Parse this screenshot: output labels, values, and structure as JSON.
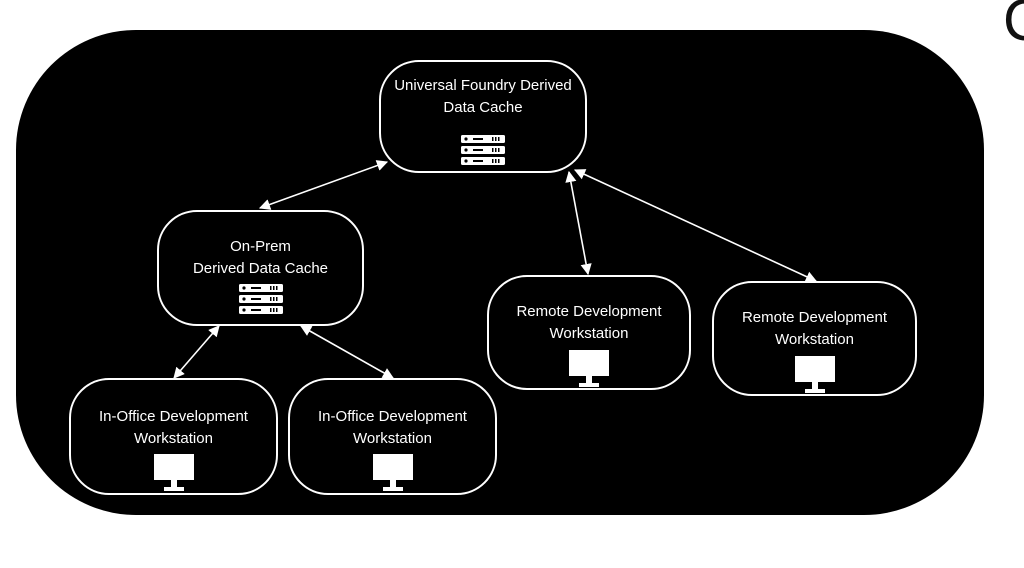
{
  "corner_glyph": "C",
  "nodes": {
    "universal": {
      "line1": "Universal Foundry Derived",
      "line2": "Data Cache",
      "icon": "server-icon"
    },
    "onprem": {
      "line1": "On-Prem",
      "line2": "Derived Data Cache",
      "icon": "server-icon"
    },
    "office1": {
      "line1": "In-Office Development",
      "line2": "Workstation",
      "icon": "monitor-icon"
    },
    "office2": {
      "line1": "In-Office Development",
      "line2": "Workstation",
      "icon": "monitor-icon"
    },
    "remote1": {
      "line1": "Remote Development",
      "line2": "Workstation",
      "icon": "monitor-icon"
    },
    "remote2": {
      "line1": "Remote Development",
      "line2": "Workstation",
      "icon": "monitor-icon"
    }
  },
  "connections": [
    {
      "from": "universal",
      "to": "onprem",
      "direction": "bidirectional"
    },
    {
      "from": "universal",
      "to": "remote1",
      "direction": "bidirectional"
    },
    {
      "from": "universal",
      "to": "remote2",
      "direction": "bidirectional"
    },
    {
      "from": "onprem",
      "to": "office1",
      "direction": "bidirectional"
    },
    {
      "from": "onprem",
      "to": "office2",
      "direction": "bidirectional"
    }
  ],
  "colors": {
    "background": "#ffffff",
    "panel": "#000000",
    "stroke": "#ffffff",
    "text": "#ffffff"
  }
}
